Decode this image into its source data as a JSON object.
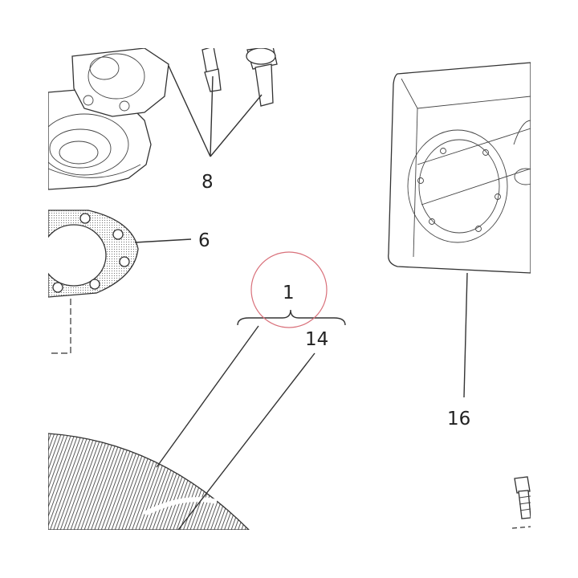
{
  "callouts": {
    "c1": "1",
    "c6": "6",
    "c8": "8",
    "c14": "14",
    "c16": "16"
  },
  "colors": {
    "line": "#333333",
    "highlight_circle": "#d9707a",
    "background": "#ffffff"
  }
}
